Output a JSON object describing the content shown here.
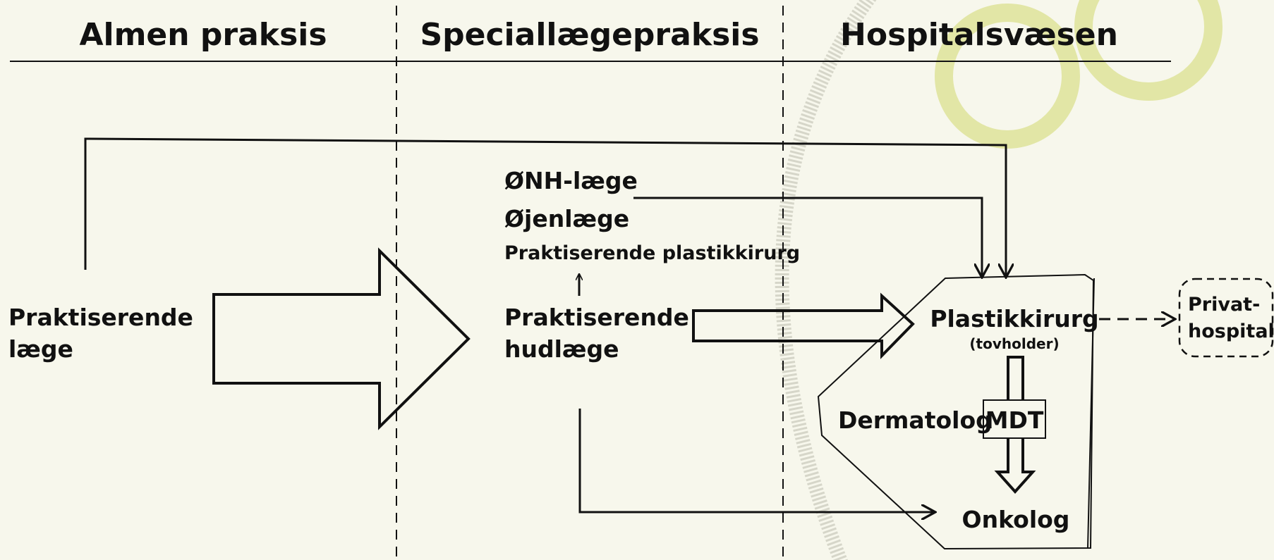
{
  "columns": {
    "general": "Almen praksis",
    "specialist": "Speciallægepraksis",
    "hospital": "Hospitalsvæsen"
  },
  "nodes": {
    "gp_line1": "Praktiserende",
    "gp_line2": "læge",
    "ent": "ØNH-læge",
    "eye": "Øjenlæge",
    "plastic_private": "Praktiserende plastikkirurg",
    "derm_line1": "Praktiserende",
    "derm_line2": "hudlæge",
    "plastic_surgeon": "Plastikkirurg",
    "coordinator": "(tovholder)",
    "dermatologist": "Dermatolog",
    "mdt": "MDT",
    "oncologist": "Onkolog",
    "private_line1": "Privat-",
    "private_line2": "hospital"
  },
  "colors": {
    "background": "#f7f7ec",
    "ink": "#111111",
    "ring": "#e2e6a6",
    "stripe": "#d6d6c9"
  }
}
